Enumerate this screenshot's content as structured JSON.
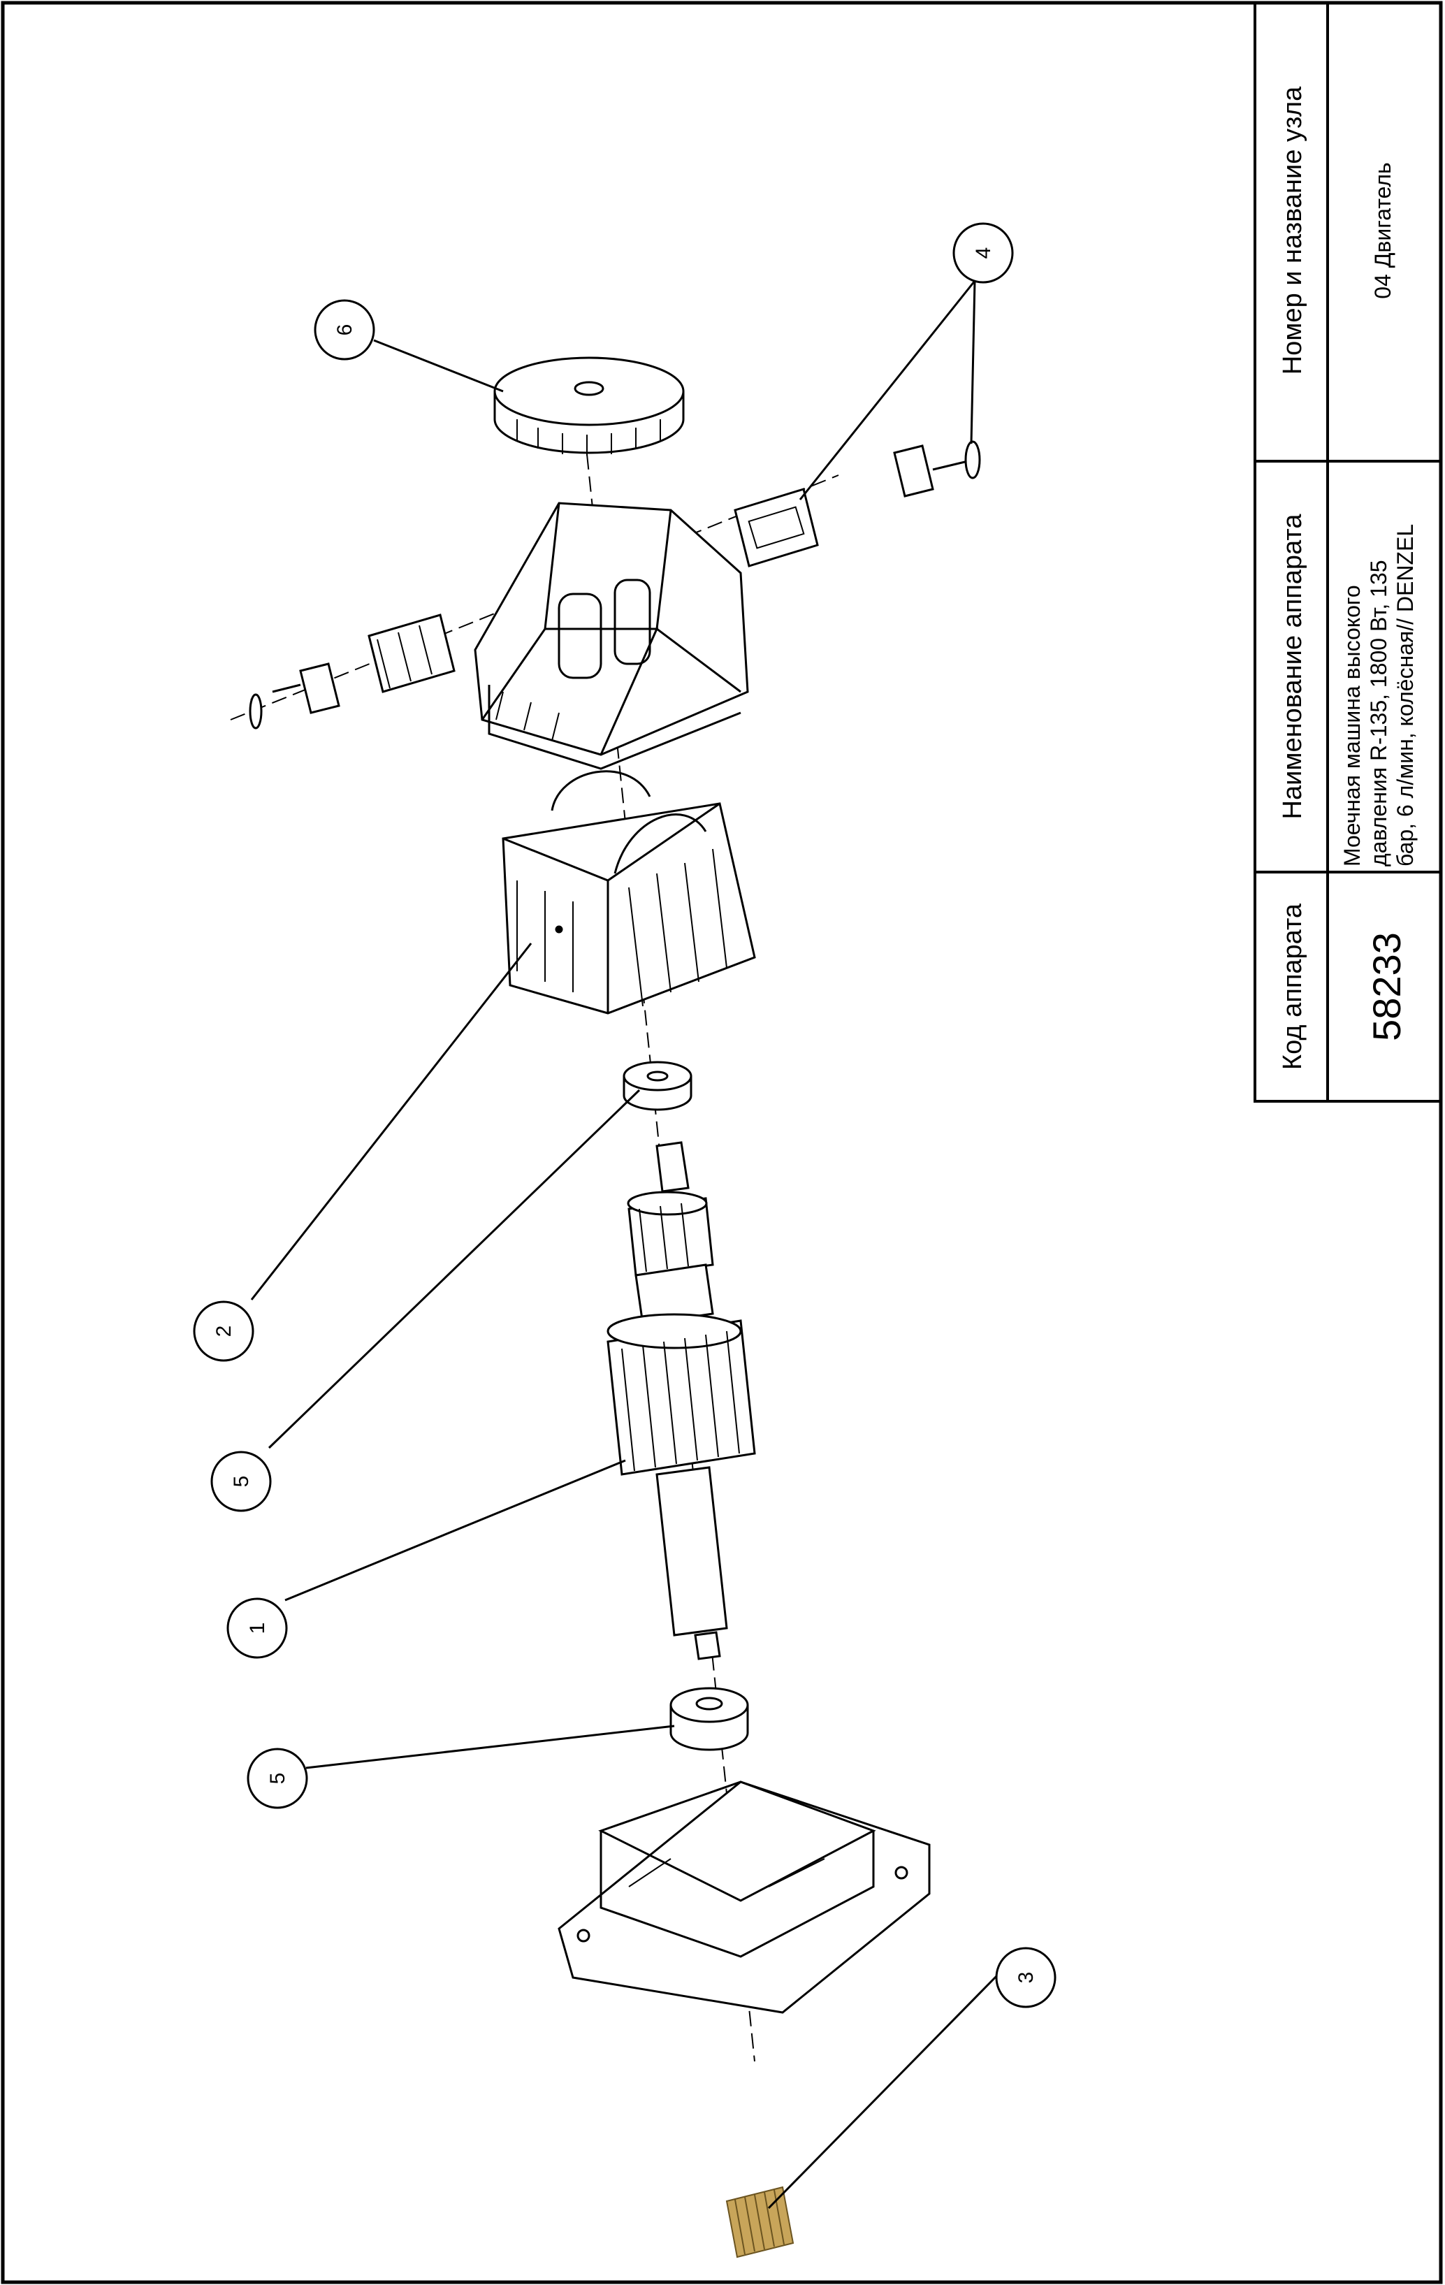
{
  "title_block": {
    "code_header": "Код аппарата",
    "code_value": "58233",
    "device_header": "Наименование аппарата",
    "device_lines": [
      "Моечная машина высокого",
      "давления R-135, 1800 Вт, 135",
      "бар, 6 л/мин, колёсная// DENZEL"
    ],
    "node_header": "Номер и название узла",
    "node_value": "04 Двигатель"
  },
  "callouts": [
    "6",
    "4",
    "2",
    "5",
    "1",
    "5",
    "3"
  ],
  "colors": {
    "line": "#000000",
    "gear": "#c8a55a",
    "background": "#ffffff"
  }
}
